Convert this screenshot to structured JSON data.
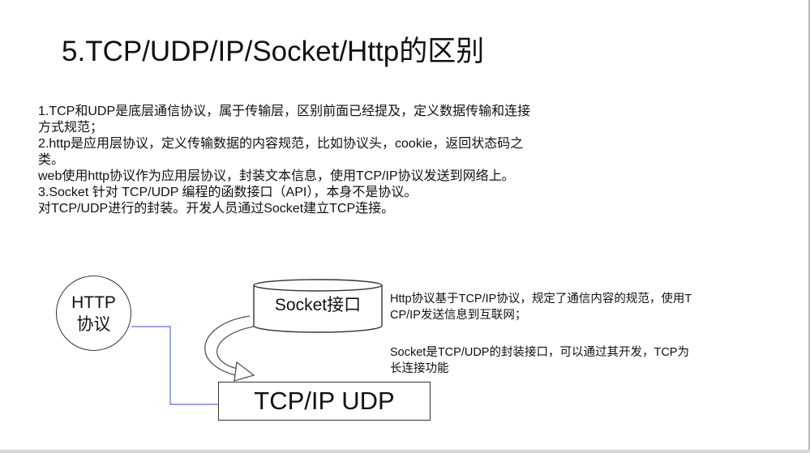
{
  "title": "5.TCP/UDP/IP/Socket/Http的区别",
  "body_lines": [
    "1.TCP和UDP是底层通信协议，属于传输层，区别前面已经提及，定义数据传输和连接",
    "方式规范；",
    "2.http是应用层协议，定义传输数据的内容规范，比如协议头，cookie，返回状态码之",
    "类。",
    "web使用http协议作为应用层协议，封装文本信息，使用TCP/IP协议发送到网络上。",
    "3.Socket 针对 TCP/UDP 编程的函数接口（API），本身不是协议。",
    "对TCP/UDP进行的封装。开发人员通过Socket建立TCP连接。"
  ],
  "diagram": {
    "http_circle": {
      "line1": "HTTP",
      "line2": "协议"
    },
    "socket_label": "Socket接口",
    "tcp_box_label": "TCP/IP UDP",
    "note1_lines": [
      "Http协议基于TCP/IP协议，规定了通信内容的规范，使用T",
      "CP/IP发送信息到互联网；"
    ],
    "note2_lines": [
      "Socket是TCP/UDP的封装接口，可以通过其开发，TCP为",
      "长连接功能"
    ]
  },
  "colors": {
    "connector_line": "#5b6fd1",
    "outline": "#333333",
    "text": "#111111",
    "background": "#ffffff"
  }
}
